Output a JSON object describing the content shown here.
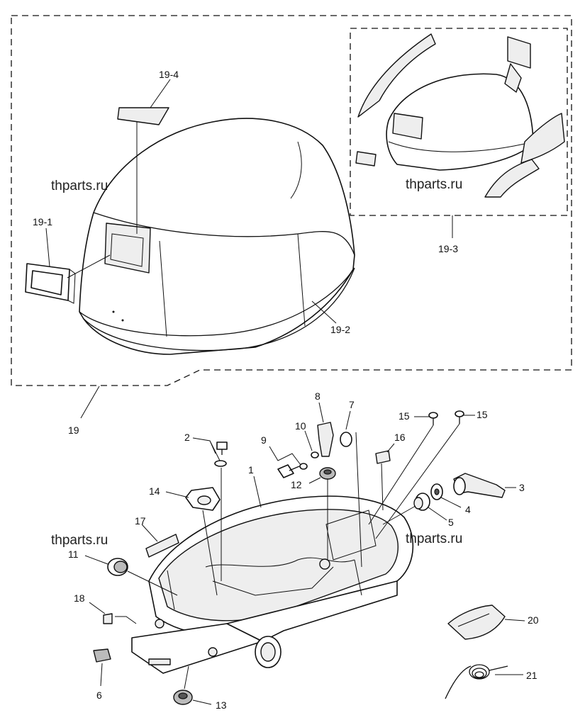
{
  "watermark": "thparts.ru",
  "callouts": {
    "p19_4": "19-4",
    "p19_1": "19-1",
    "p19_2": "19-2",
    "p19_3": "19-3",
    "p19": "19",
    "p1": "1",
    "p2": "2",
    "p3": "3",
    "p4": "4",
    "p5": "5",
    "p6": "6",
    "p7": "7",
    "p8": "8",
    "p9": "9",
    "p10": "10",
    "p11": "11",
    "p12": "12",
    "p13": "13",
    "p14": "14",
    "p15a": "15",
    "p15b": "15",
    "p16": "16",
    "p17": "17",
    "p18": "18",
    "p20": "20",
    "p21": "21"
  }
}
